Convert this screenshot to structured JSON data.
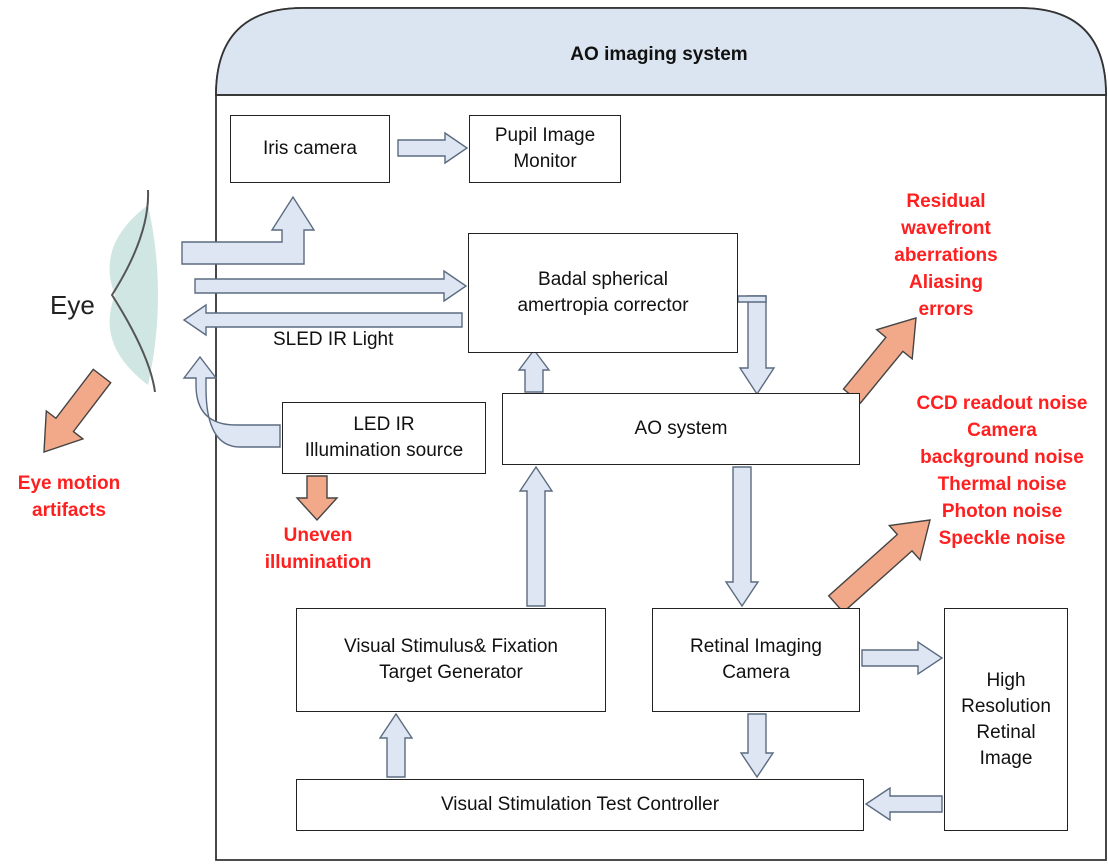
{
  "system": {
    "title": "AO imaging system"
  },
  "eye": {
    "label": "Eye"
  },
  "boxes": {
    "iris_camera": "Iris camera",
    "pupil_monitor": "Pupil Image\nMonitor",
    "badal": "Badal spherical\namertropia corrector",
    "ao_system": "AO system",
    "led_ir": "LED IR\nIllumination source",
    "visual_stimulus": "Visual Stimulus& Fixation\nTarget Generator",
    "retinal_camera": "Retinal Imaging\nCamera",
    "high_res": "High\nResolution\nRetinal\nImage",
    "test_controller": "Visual Stimulation Test Controller"
  },
  "labels": {
    "sled": "SLED IR Light"
  },
  "errors": {
    "wavefront": "Residual\nwavefront\naberrations\nAliasing\nerrors",
    "noise": "CCD readout noise\nCamera\nbackground noise\nThermal noise\nPhoton noise\nSpeckle noise",
    "eye_motion": "Eye motion\nartifacts",
    "uneven": "Uneven\nillumination"
  },
  "colors": {
    "flow_arrow_fill": "#dde6f2",
    "flow_arrow_stroke": "#5b6b80",
    "error_arrow_fill": "#f2a98a",
    "error_text": "#ff1f1f",
    "eye_fill": "#cfe6e2"
  }
}
